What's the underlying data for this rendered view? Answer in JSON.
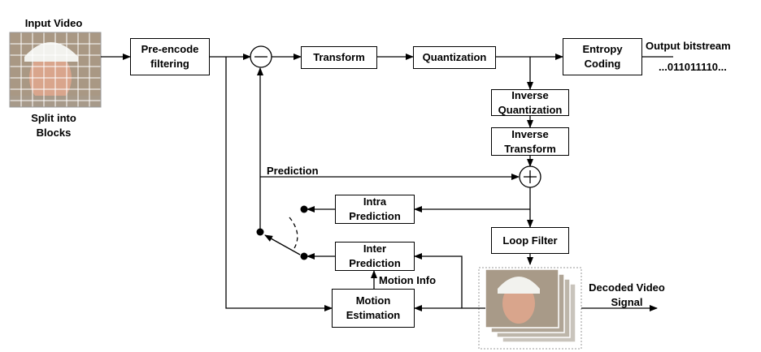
{
  "labels": {
    "input_video": "Input Video",
    "split_blocks": "Split into\nBlocks",
    "output_bitstream": "Output bitstream",
    "bits": "...011011110...",
    "prediction": "Prediction",
    "motion_info": "Motion Info",
    "decoded_video": "Decoded Video\nSignal"
  },
  "blocks": {
    "pre_encode": "Pre-encode\nfiltering",
    "transform": "Transform",
    "quantization": "Quantization",
    "entropy": "Entropy\nCoding",
    "inv_quant": "Inverse\nQuantization",
    "inv_transform": "Inverse\nTransform",
    "intra": "Intra\nPrediction",
    "inter": "Inter\nPrediction",
    "loop_filter": "Loop Filter",
    "motion_est": "Motion\nEstimation"
  }
}
